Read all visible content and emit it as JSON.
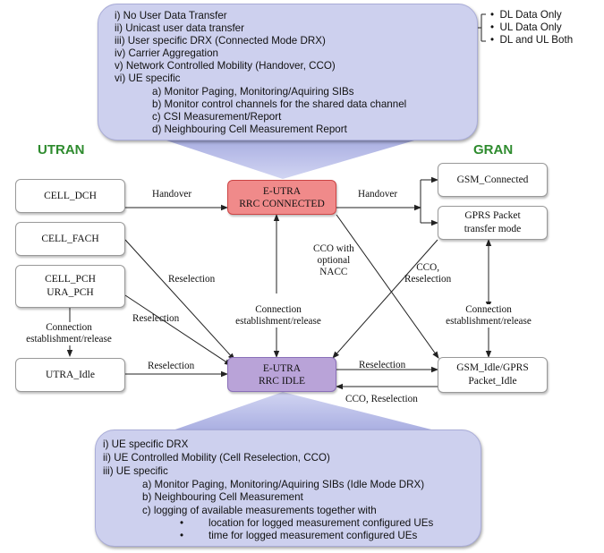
{
  "top_bubble": {
    "lines": [
      "i) No User Data Transfer",
      "ii) Unicast user data transfer",
      "iii) User specific DRX (Connected Mode DRX)",
      "iv) Carrier Aggregation",
      "v) Network Controlled Mobility (Handover, CCO)",
      "vi) UE specific",
      "a) Monitor Paging, Monitoring/Aquiring SIBs",
      "b) Monitor control channels for the shared data channel",
      "c) CSI Measurement/Report",
      "d) Neighbouring Cell Measurement Report"
    ]
  },
  "unicast_options": [
    "DL Data Only",
    "UL Data Only",
    "DL and UL Both"
  ],
  "regions": {
    "left": "UTRAN",
    "right": "GRAN"
  },
  "states": {
    "eutra_connected": [
      "E-UTRA",
      "RRC  CONNECTED"
    ],
    "eutra_idle": [
      "E-UTRA",
      "RRC  IDLE"
    ],
    "cell_dch": [
      "CELL_DCH"
    ],
    "cell_fach": [
      "CELL_FACH"
    ],
    "cell_pch": [
      "CELL_PCH",
      "URA_PCH"
    ],
    "utra_idle": [
      "UTRA_Idle"
    ],
    "gsm_connected": [
      "GSM_Connected"
    ],
    "gprs_transfer": [
      "GPRS Packet",
      "transfer mode"
    ],
    "gsm_idle": [
      "GSM_Idle/GPRS",
      "Packet_Idle"
    ]
  },
  "transitions": {
    "handover_left": "Handover",
    "handover_right": "Handover",
    "reselection_fach": "Reselection",
    "reselection_pch": "Reselection",
    "reselection_utra_idle": "Reselection",
    "reselection_gsm_idle": "Reselection",
    "cco_reselection_bottom": "CCO, Reselection",
    "cco_nacc": [
      "CCO with",
      "optional",
      "NACC"
    ],
    "cco_reselection_gran": [
      "CCO,",
      "Reselection"
    ],
    "conn_center": [
      "Connection",
      "establishment/release"
    ],
    "conn_utran": [
      "Connection",
      "establishment/release"
    ],
    "conn_gran": [
      "Connection",
      "establishment/release"
    ]
  },
  "bottom_bubble": {
    "lines": [
      "i) UE specific DRX",
      "ii) UE Controlled Mobility (Cell Reselection, CCO)",
      "iii) UE specific",
      "a) Monitor Paging, Monitoring/Aquiring SIBs (Idle Mode DRX)",
      "b) Neighbouring Cell Measurement",
      "c) logging of available measurements together with",
      "location for logged measurement configured UEs",
      "time for logged measurement configured UEs"
    ]
  },
  "colors": {
    "bubble_fill": "#cdd0ee",
    "connected_fill": "#f08a8a",
    "idle_fill": "#b9a3d8",
    "region_text": "#2e8b2e"
  }
}
